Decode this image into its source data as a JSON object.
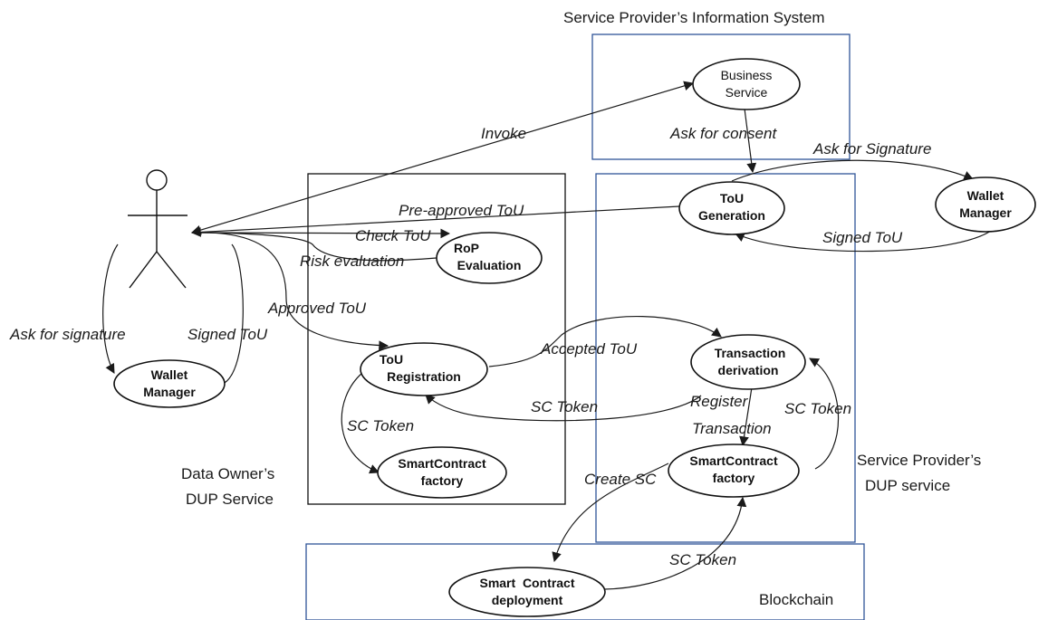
{
  "boxes": {
    "sp_info_system": "Service Provider’s Information System",
    "owner_dup_line1": "Data Owner’s",
    "owner_dup_line2": "DUP Service",
    "sp_dup_line1": "Service Provider’s",
    "sp_dup_line2": "DUP service",
    "blockchain": "Blockchain"
  },
  "nodes": {
    "business_service_l1": "Business",
    "business_service_l2": "Service",
    "tou_generation_l1": "ToU",
    "tou_generation_l2": "Generation",
    "wallet_manager_sp_l1": "Wallet",
    "wallet_manager_sp_l2": "Manager",
    "rop_evaluation_l1": "RoP",
    "rop_evaluation_l2": "Evaluation",
    "wallet_manager_user_l1": "Wallet",
    "wallet_manager_user_l2": "Manager",
    "tou_registration_l1": "ToU",
    "tou_registration_l2": "Registration",
    "smartcontract_factory_owner_l1": "SmartContract",
    "smartcontract_factory_owner_l2": "factory",
    "transaction_derivation_l1": "Transaction",
    "transaction_derivation_l2": "derivation",
    "smartcontract_factory_sp_l1": "SmartContract",
    "smartcontract_factory_sp_l2": "factory",
    "smart_contract_deployment_l1": "Smart  Contract",
    "smart_contract_deployment_l2": "deployment"
  },
  "edges": {
    "invoke": "Invoke",
    "ask_for_consent": "Ask for consent",
    "ask_for_signature_sp": "Ask for Signature",
    "pre_approved_tou": "Pre-approved ToU",
    "signed_tou_sp": "Signed ToU",
    "check_tou": "Check ToU",
    "risk_evaluation": "Risk evaluation",
    "approved_tou": "Approved ToU",
    "ask_for_signature_user": "Ask for signature",
    "signed_tou_user": "Signed ToU",
    "accepted_tou": "Accepted ToU",
    "sc_token_owner": "SC Token",
    "sc_token_registration": "SC Token",
    "register_transaction_l1": "Register",
    "register_transaction_l2": "Transaction",
    "sc_token_sp": "SC Token",
    "create_sc": "Create SC",
    "sc_token_blockchain": "SC Token"
  }
}
